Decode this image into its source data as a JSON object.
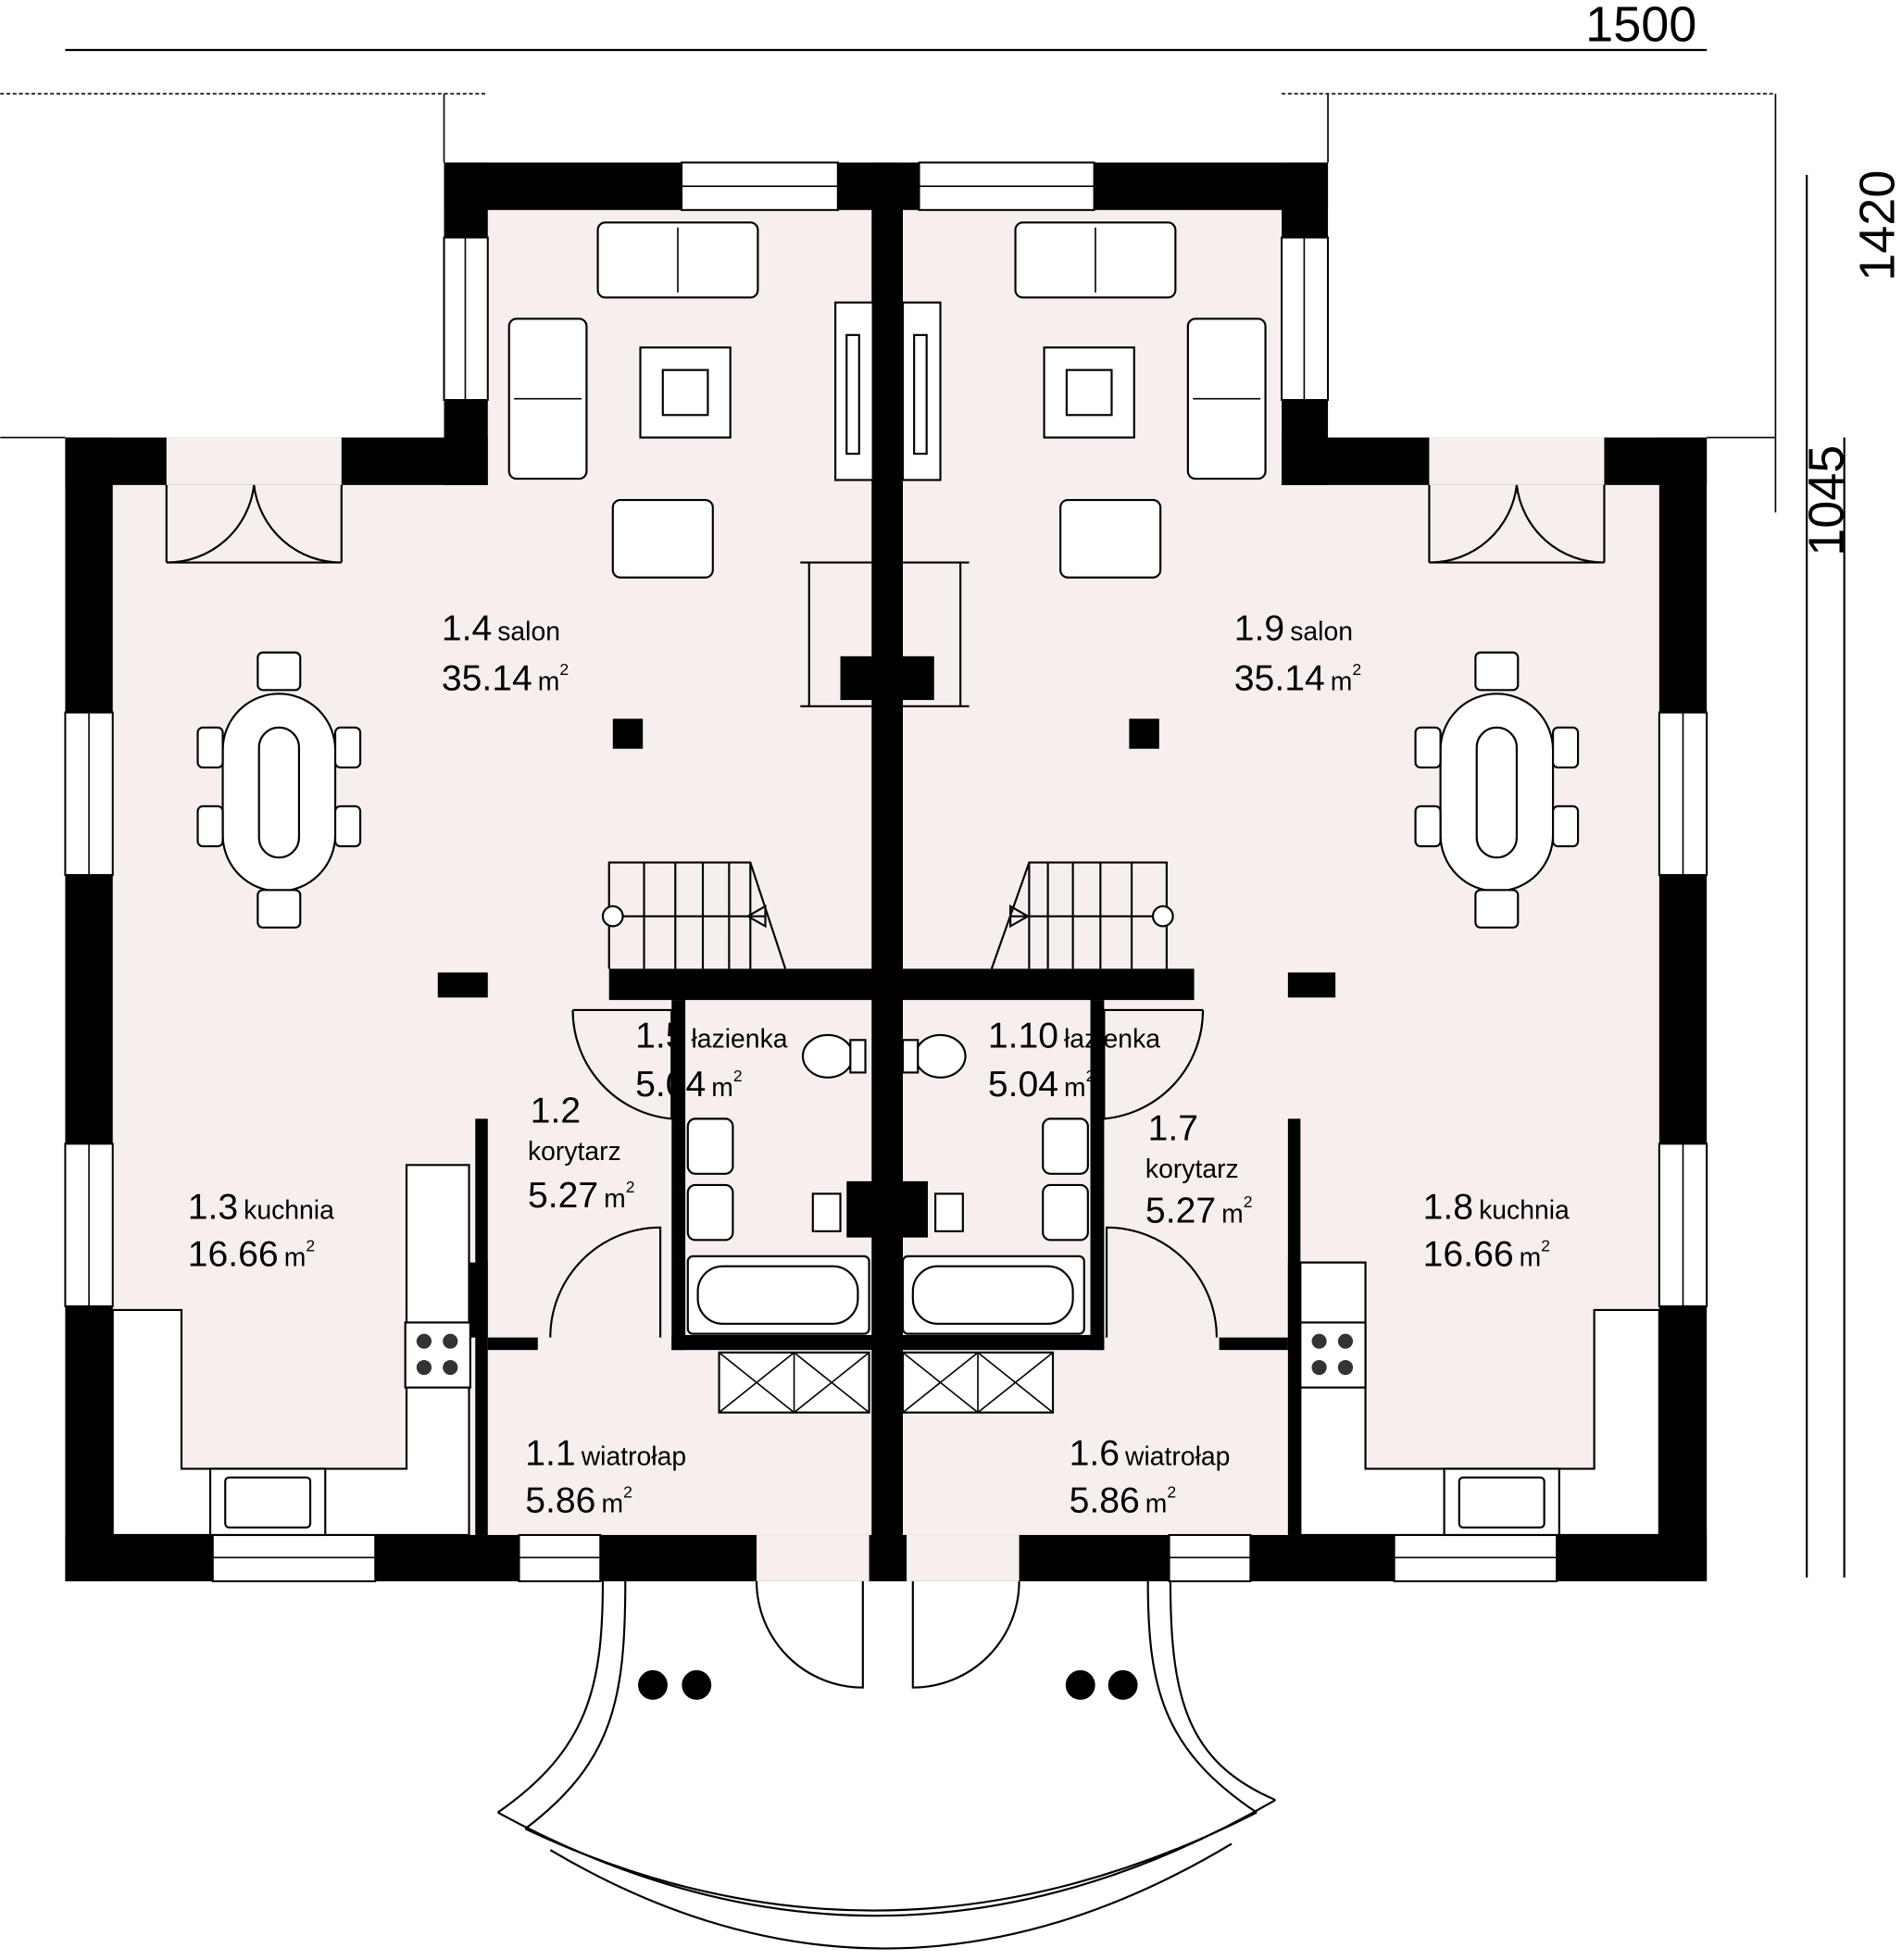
{
  "dimensions": {
    "width": "1500",
    "depth_total": "1420",
    "depth_main": "1045"
  },
  "area_unit": "m",
  "area_exp": "2",
  "rooms": [
    {
      "number": "1.4",
      "name": "salon",
      "area": "35.14"
    },
    {
      "number": "1.9",
      "name": "salon",
      "area": "35.14"
    },
    {
      "number": "1.5",
      "name": "łazienka",
      "area": "5.04"
    },
    {
      "number": "1.10",
      "name": "łazienka",
      "area": "5.04"
    },
    {
      "number": "1.2",
      "name": "korytarz",
      "area": "5.27"
    },
    {
      "number": "1.7",
      "name": "korytarz",
      "area": "5.27"
    },
    {
      "number": "1.3",
      "name": "kuchnia",
      "area": "16.66"
    },
    {
      "number": "1.8",
      "name": "kuchnia",
      "area": "16.66"
    },
    {
      "number": "1.1",
      "name": "wiatrołap",
      "area": "5.86"
    },
    {
      "number": "1.6",
      "name": "wiatrołap",
      "area": "5.86"
    }
  ]
}
